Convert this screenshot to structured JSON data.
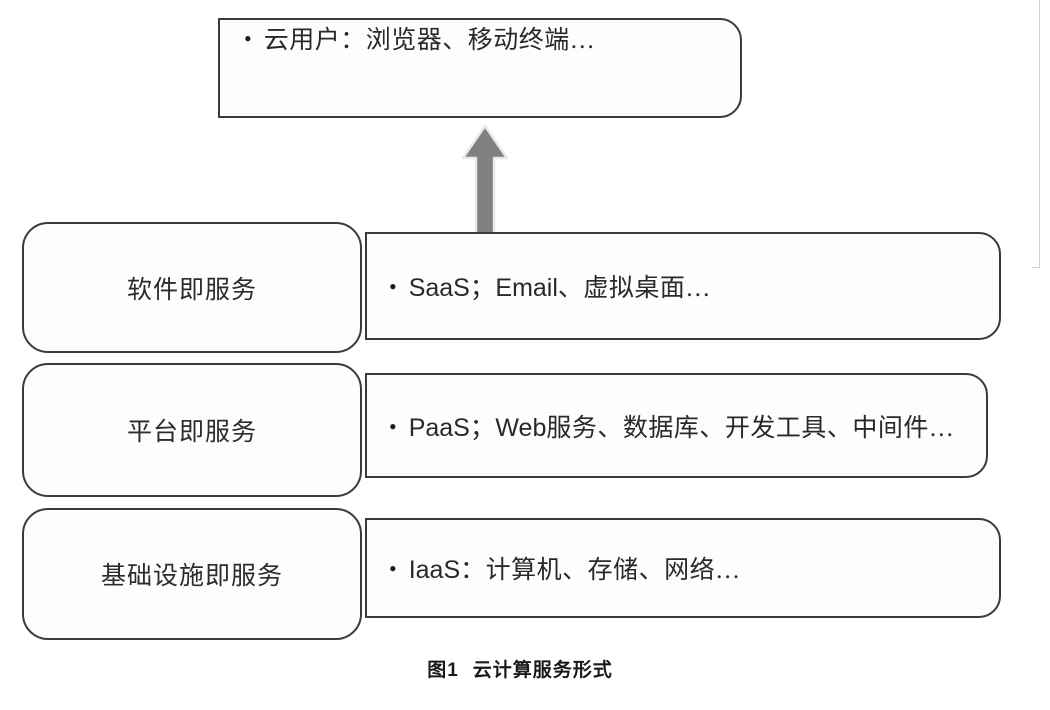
{
  "figure": {
    "caption_number": "图1",
    "caption_title": "云计算服务形式"
  },
  "colors": {
    "box_border": "#3a3a3c",
    "box_fill": "#fdfdfd",
    "arrow_fill": "#808080",
    "arrow_stroke": "#e6e6e6",
    "text": "#2b2829",
    "page_rule": "#d2d2d2"
  },
  "consumer": {
    "bullet": "•",
    "text": "云用户：浏览器、移动终端…"
  },
  "arrow": {
    "direction": "up",
    "name": "up-block-arrow"
  },
  "layers": [
    {
      "id": "saas",
      "label": "软件即服务",
      "bullet": "•",
      "acronym": "SaaS",
      "separator": "；",
      "examples_latin": "Email",
      "examples_rest": "、虚拟桌面…",
      "full_text": "SaaS；Email、虚拟桌面…"
    },
    {
      "id": "paas",
      "label": "平台即服务",
      "bullet": "•",
      "acronym": "PaaS",
      "separator": "；",
      "examples_latin": "Web",
      "examples_rest": "服务、数据库、开发工具、中间件…",
      "full_text": "PaaS；Web服务、数据库、开发工具、中间件…"
    },
    {
      "id": "iaas",
      "label": "基础设施即服务",
      "bullet": "•",
      "acronym": "IaaS",
      "separator": "：",
      "examples_latin": "",
      "examples_rest": "计算机、存储、网络…",
      "full_text": "IaaS：计算机、存储、网络…"
    }
  ]
}
